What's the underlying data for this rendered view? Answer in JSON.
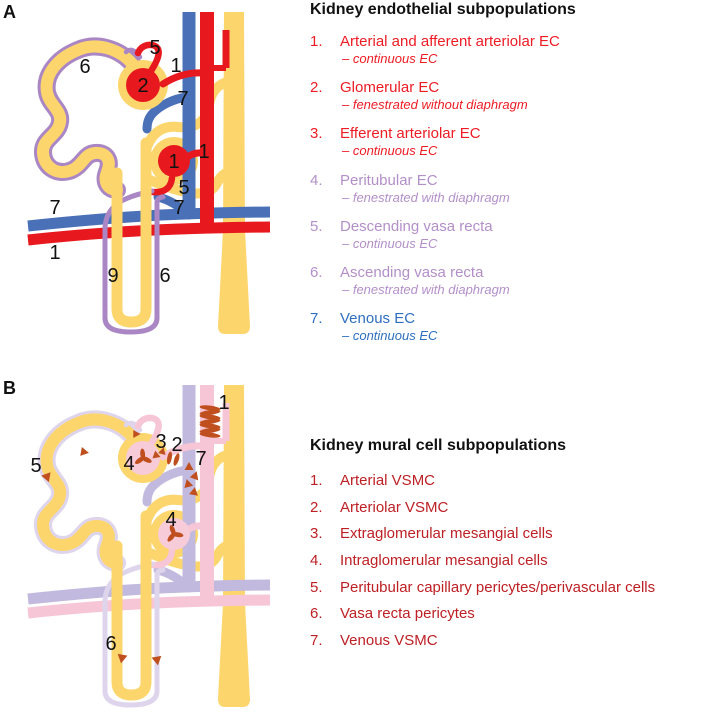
{
  "panelA": {
    "letter": "A",
    "legend": {
      "title": "Kidney endothelial subpopulations",
      "items": [
        {
          "num": "1.",
          "label": "Arterial and afferent arteriolar EC",
          "sub": "– continuous EC"
        },
        {
          "num": "2.",
          "label": "Glomerular EC",
          "sub": "– fenestrated without diaphragm"
        },
        {
          "num": "3.",
          "label": "Efferent arteriolar EC",
          "sub": "– continuous EC"
        },
        {
          "num": "4.",
          "label": "Peritubular EC",
          "sub": "– fenestrated with diaphragm"
        },
        {
          "num": "5.",
          "label": "Descending vasa recta",
          "sub": "– continuous EC"
        },
        {
          "num": "6.",
          "label": "Ascending vasa recta",
          "sub": "– fenestrated with diaphragm"
        },
        {
          "num": "7.",
          "label": "Venous EC",
          "sub": "– continuous EC"
        }
      ]
    },
    "numbers": [
      {
        "text": "5"
      },
      {
        "text": "1"
      },
      {
        "text": "6"
      },
      {
        "text": "2"
      },
      {
        "text": "7"
      },
      {
        "text": "1"
      },
      {
        "text": "1"
      },
      {
        "text": "5"
      },
      {
        "text": "7"
      },
      {
        "text": "7"
      },
      {
        "text": "1"
      },
      {
        "text": "9"
      },
      {
        "text": "6"
      }
    ]
  },
  "panelB": {
    "letter": "B",
    "legend": {
      "title": "Kidney mural cell subpopulations",
      "items": [
        {
          "num": "1.",
          "label": "Arterial VSMC"
        },
        {
          "num": "2.",
          "label": "Arteriolar VSMC"
        },
        {
          "num": "3.",
          "label": "Extraglomerular mesangial cells"
        },
        {
          "num": "4.",
          "label": "Intraglomerular mesangial cells"
        },
        {
          "num": "5.",
          "label": "Peritubular capillary pericytes/perivascular cells"
        },
        {
          "num": "6.",
          "label": "Vasa recta pericytes"
        },
        {
          "num": "7.",
          "label": "Venous VSMC"
        }
      ]
    },
    "numbers": [
      {
        "text": "1"
      },
      {
        "text": "3"
      },
      {
        "text": "2"
      },
      {
        "text": "4"
      },
      {
        "text": "7"
      },
      {
        "text": "5"
      },
      {
        "text": "4"
      },
      {
        "text": "6"
      }
    ]
  },
  "colors": {
    "artery_red": "#e8191e",
    "vein_blue": "#4a70b8",
    "vasa_recta_purple": "#aa87c4",
    "tubule_yellow": "#fcd56d",
    "panelB_artery_pink": "#f7c6d6",
    "panelB_vein_lavender": "#c2bade",
    "panelB_vasa_pale": "#ded5ec",
    "mural_cell_rust": "#bf4f1e",
    "legendA_red": "#ed1c24",
    "legendA_purple": "#b38fc9",
    "legendA_blue": "#2e6fbf",
    "legendB_red": "#bd2025"
  }
}
